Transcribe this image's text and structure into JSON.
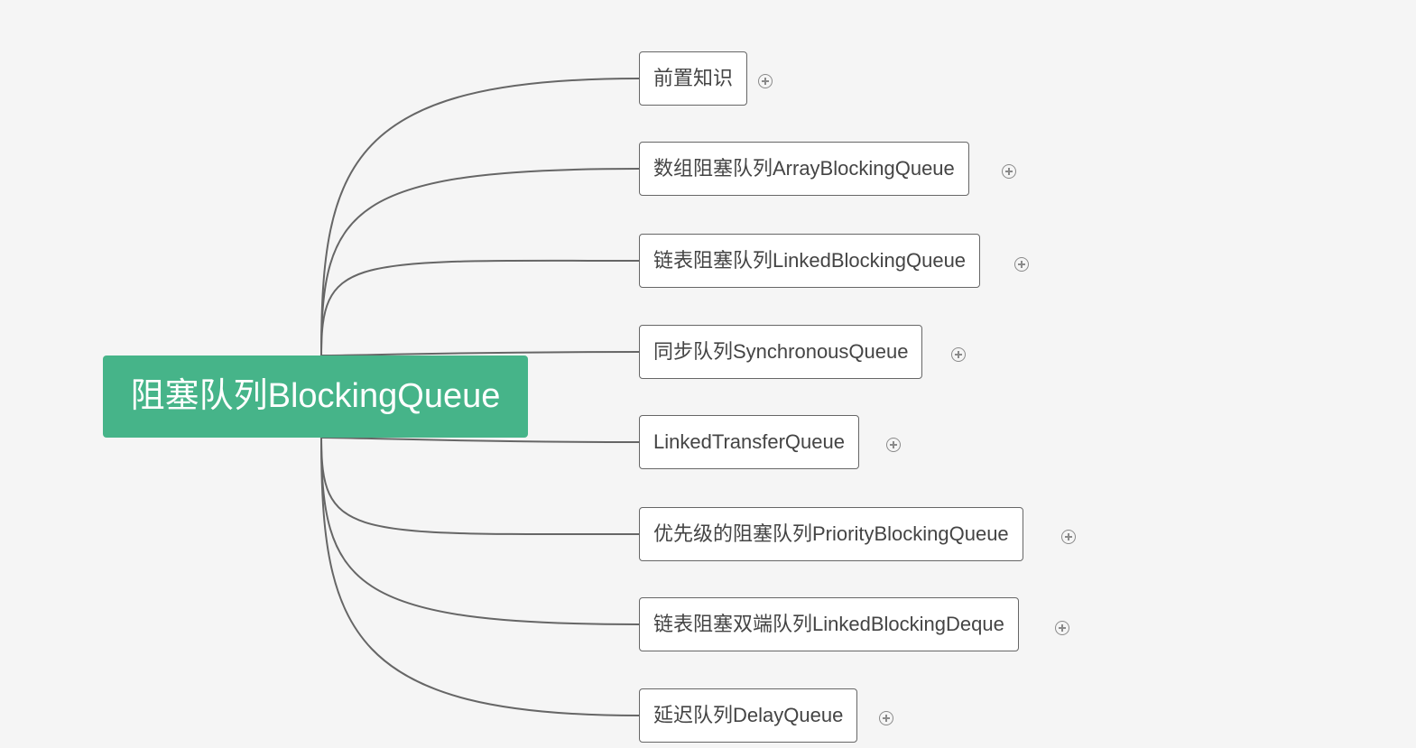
{
  "mindmap": {
    "root": {
      "label": "阻塞队列BlockingQueue",
      "color": "#46b489"
    },
    "branch_color": "#666666",
    "children": [
      {
        "label": "前置知识",
        "collapsed": true
      },
      {
        "label": "数组阻塞队列ArrayBlockingQueue",
        "collapsed": true
      },
      {
        "label": "链表阻塞队列LinkedBlockingQueue",
        "collapsed": true
      },
      {
        "label": "同步队列SynchronousQueue",
        "collapsed": true
      },
      {
        "label": "LinkedTransferQueue",
        "collapsed": true
      },
      {
        "label": "优先级的阻塞队列PriorityBlockingQueue",
        "collapsed": true
      },
      {
        "label": "链表阻塞双端队列LinkedBlockingDeque",
        "collapsed": true
      },
      {
        "label": "延迟队列DelayQueue",
        "collapsed": true
      }
    ]
  }
}
